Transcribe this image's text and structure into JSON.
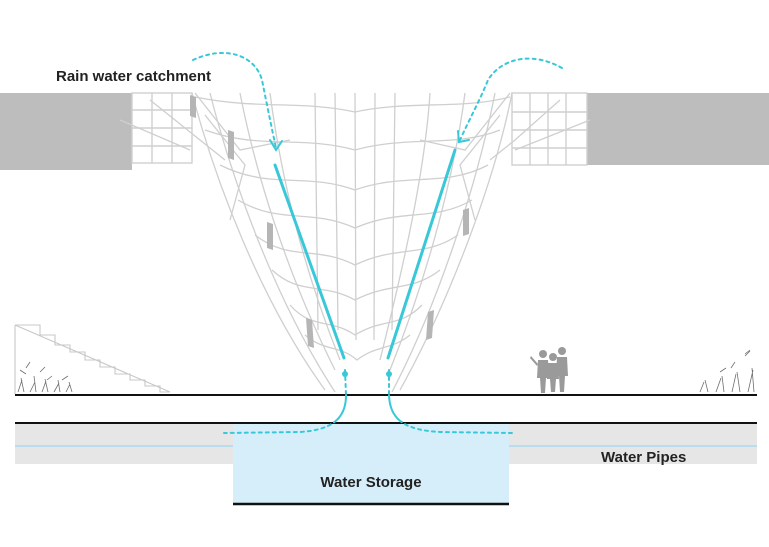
{
  "labels": {
    "rain_catchment": "Rain water catchment",
    "water_storage": "Water Storage",
    "water_pipes": "Water Pipes"
  },
  "colors": {
    "water_flow": "#38c8d8",
    "storage_fill": "#d6eef9",
    "pipe_band": "#e6e6e6",
    "pipe_line": "#a9dcef",
    "roof_slab": "#bdbdbd",
    "structure_line": "#cfcfcf",
    "ground_line": "#111111",
    "people": "#9a9a9a"
  },
  "icons": [
    "flow-arrow-icon",
    "people-silhouette-icon",
    "grass-icon"
  ]
}
